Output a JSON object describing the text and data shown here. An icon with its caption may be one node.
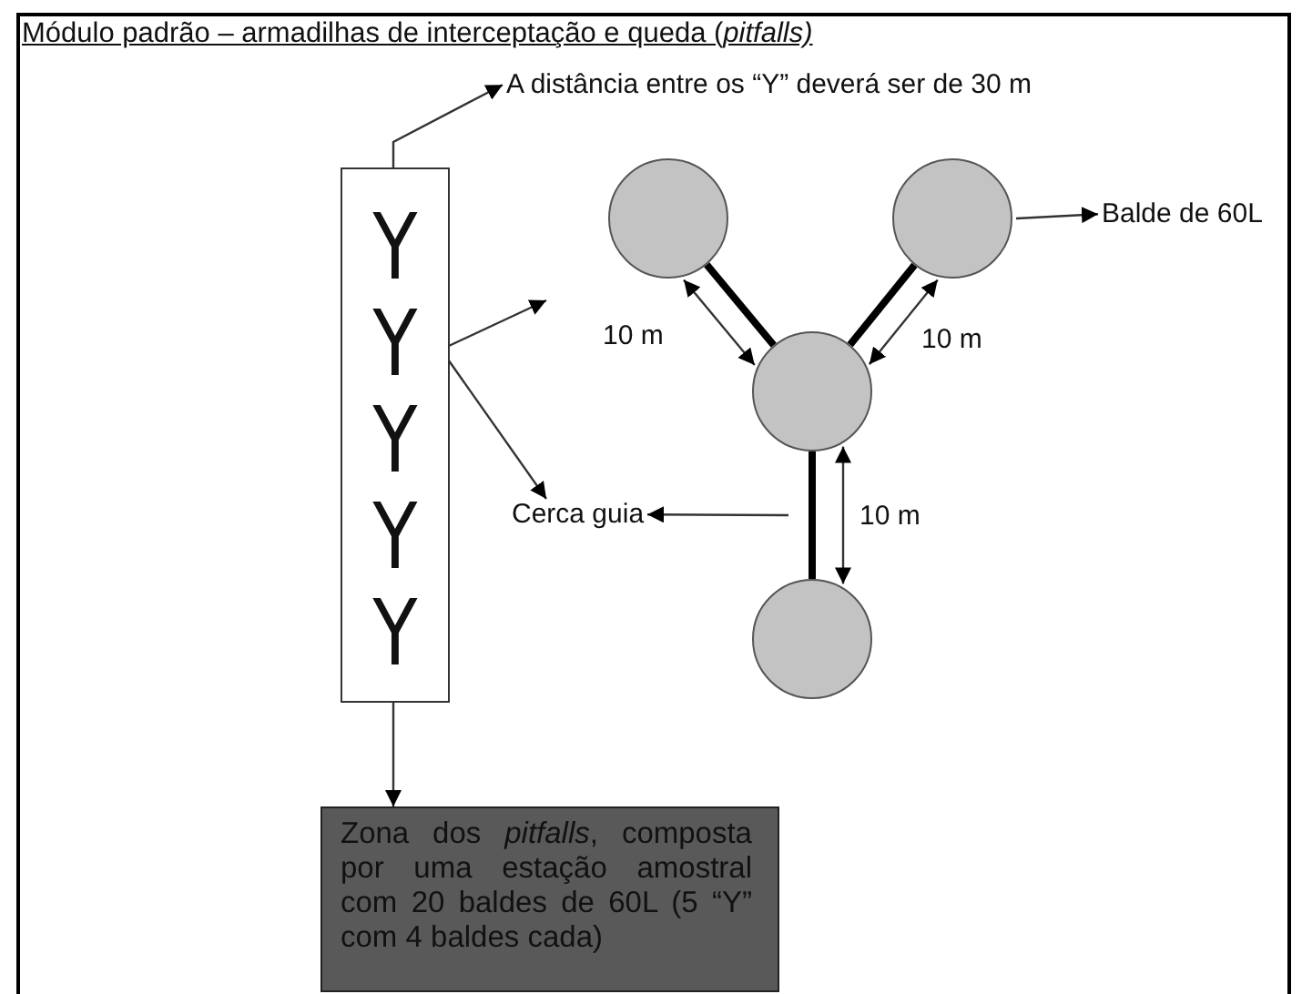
{
  "diagram": {
    "title": "Módulo padrão – armadilhas de interceptação e queda (*pitfalls)*",
    "nodes": [
      {
        "text": [],
        "shape": "box"
      },
      {
        "text": [
          "Y"
        ],
        "in": 0
      },
      {
        "text": [
          "Y"
        ],
        "in": 0
      },
      {
        "text": [
          "Y"
        ],
        "in": 0
      },
      {
        "text": [
          "Y"
        ],
        "in": 0
      },
      {
        "text": [
          "Y"
        ],
        "in": 0
      },
      {
        "text": [
          "A distância entre os “Y” deverá ser de 30 m"
        ]
      },
      {
        "text": [
          "Zona dos *pitfalls*, composta por uma estação amostral com 20 baldes de 60L (5 “Y” com 4 baldes cada)"
        ]
      },
      {
        "text": [],
        "shape": "circle"
      },
      {
        "text": [],
        "shape": "circle"
      },
      {
        "text": [],
        "shape": "circle"
      },
      {
        "text": [],
        "shape": "circle"
      },
      {
        "text": [
          "Balde de 60L"
        ]
      },
      {
        "text": [
          "Cerca guia"
        ]
      }
    ],
    "edges": [
      {
        "from": 0,
        "to": 6,
        "arrow": "to"
      },
      {
        "from": 0,
        "to": 7,
        "arrow": "to"
      },
      {
        "from": 2,
        "to": null,
        "arrow": "to"
      },
      {
        "from": 2,
        "to": 13,
        "arrow": "to"
      },
      {
        "from": 8,
        "to": 10,
        "arrow": "none",
        "style": "thick"
      },
      {
        "from": 9,
        "to": 10,
        "arrow": "none",
        "style": "thick"
      },
      {
        "from": 10,
        "to": 11,
        "arrow": "none",
        "style": "thick"
      },
      {
        "from": 8,
        "to": 10,
        "arrow": "both",
        "label": "10 m"
      },
      {
        "from": 9,
        "to": 10,
        "arrow": "both",
        "label": "10 m"
      },
      {
        "from": 10,
        "to": 11,
        "arrow": "both",
        "label": "10 m"
      },
      {
        "from": 9,
        "to": 12,
        "arrow": "to"
      },
      {
        "from": null,
        "to": 13,
        "arrow": "to"
      }
    ]
  }
}
